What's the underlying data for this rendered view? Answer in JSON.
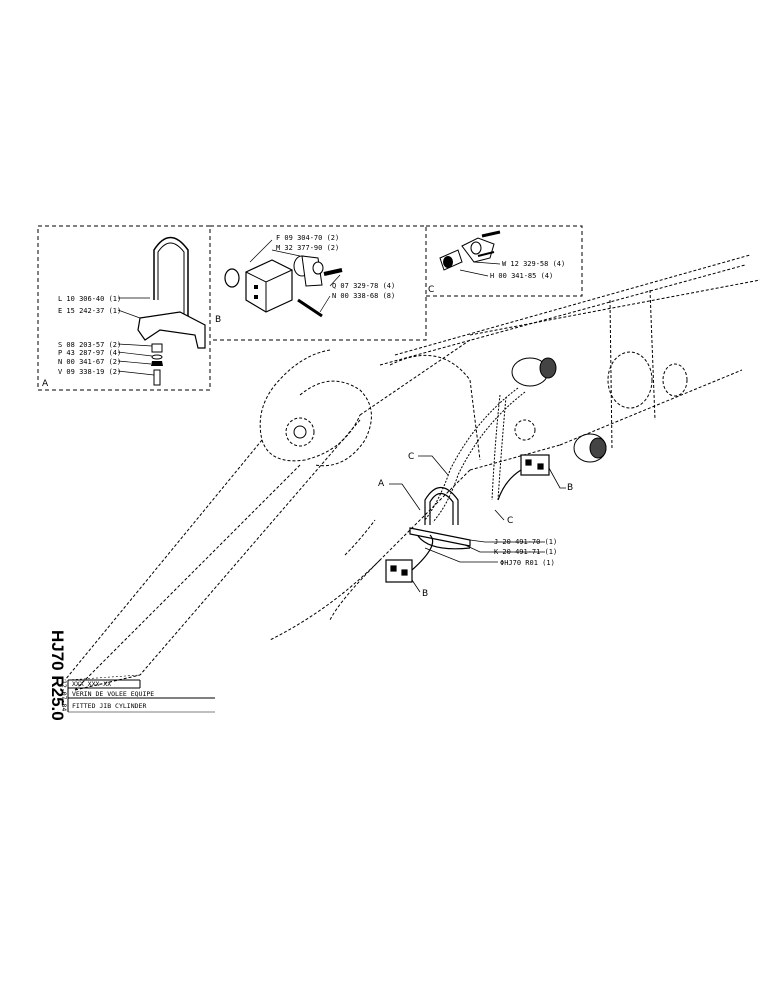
{
  "panel_a": {
    "ref": "A",
    "callout_b": "B",
    "parts": [
      "L 10 306-40 (1)",
      "E 15 242-37 (1)",
      "S 08 203-57 (2)",
      "P 43 287-97 (4)",
      "N 00 341-67 (2)",
      "V 09 338-19 (2)"
    ]
  },
  "panel_b": {
    "ref": "B",
    "callout_c": "C",
    "parts": [
      "F 09 304-70 (2)",
      "M 32 377-90 (2)",
      "Q 07 329-78 (4)",
      "N 00 338-68 (8)"
    ]
  },
  "panel_c": {
    "ref": "C",
    "parts": [
      "W 12 329-58 (4)",
      "H 00 341-85 (4)"
    ]
  },
  "main_callouts": {
    "c_top": "C",
    "a": "A",
    "c_right": "C",
    "b_top": "B",
    "b_bottom": "B"
  },
  "main_parts": [
    "J 20 491-70 (1)",
    "K 20 491-71 (1)",
    "ΦHJ70 R01 (1)"
  ],
  "title_block": {
    "code": "HJ70 R25.0",
    "date": "12-07-84",
    "number": "XXX XXX-XX",
    "title_fr": "VERIN DE VOLEE EQUIPE",
    "title_en": "FITTED JIB CYLINDER"
  }
}
